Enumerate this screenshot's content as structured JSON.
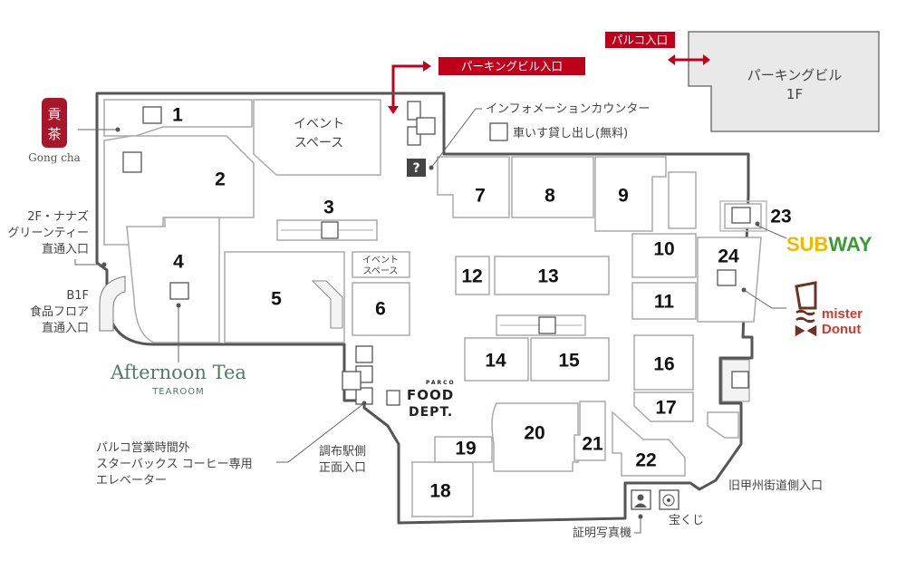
{
  "shops": [
    {
      "number": "1"
    },
    {
      "number": "2"
    },
    {
      "number": "3"
    },
    {
      "number": "4"
    },
    {
      "number": "5"
    },
    {
      "number": "6"
    },
    {
      "number": "7"
    },
    {
      "number": "8"
    },
    {
      "number": "9"
    },
    {
      "number": "10"
    },
    {
      "number": "11"
    },
    {
      "number": "12"
    },
    {
      "number": "13"
    },
    {
      "number": "14"
    },
    {
      "number": "15"
    },
    {
      "number": "16"
    },
    {
      "number": "17"
    },
    {
      "number": "18"
    },
    {
      "number": "19"
    },
    {
      "number": "20"
    },
    {
      "number": "21"
    },
    {
      "number": "22"
    },
    {
      "number": "23"
    },
    {
      "number": "24"
    }
  ],
  "event_space": {
    "line1": "イベント",
    "line2": "スペース"
  },
  "event_space_small": {
    "line1": "イベント",
    "line2": "スペース"
  },
  "entrances": {
    "parking_building": "パーキングビル入口",
    "parco": "パルコ入口",
    "nanas_line1": "2F・ナナズ",
    "nanas_line2": "グリーンティー",
    "nanas_line3": "直通入口",
    "b1f_line1": "B1F",
    "b1f_line2": "食品フロア",
    "b1f_line3": "直通入口",
    "station_line1": "調布駅側",
    "station_line2": "正面入口",
    "koshu": "旧甲州街道側入口"
  },
  "parking_building": {
    "line1": "パーキングビル",
    "line2": "1F"
  },
  "info": {
    "counter": "インフォメーションカウンター",
    "wheelchair": "車いす貸し出し(無料)",
    "question_mark": "?"
  },
  "starbucks_elevator": {
    "line1": "パルコ営業時間外",
    "line2": "スターバックス コーヒー専用",
    "line3": "エレベーター"
  },
  "facilities": {
    "photo_booth": "証明写真機",
    "lottery": "宝くじ"
  },
  "brands": {
    "gongcha_logo": "貢茶",
    "gongcha": "Gong cha",
    "afternoon_tea": "Afternoon Tea",
    "afternoon_tea_sub": "TEAROOM",
    "food_dept_top": "PARCO",
    "food_dept_1": "FOOD",
    "food_dept_2": "DEPT.",
    "subway_1": "SUB",
    "subway_2": "WAY",
    "mister": "mister",
    "donut": "Donut"
  },
  "colors": {
    "red": "#c0001a",
    "afternoon_green": "#4f7d64",
    "subway_yellow": "#f2b700",
    "subway_green": "#3c9a35",
    "misdo_red": "#d23a2e",
    "misdo_brown": "#6b3324"
  }
}
